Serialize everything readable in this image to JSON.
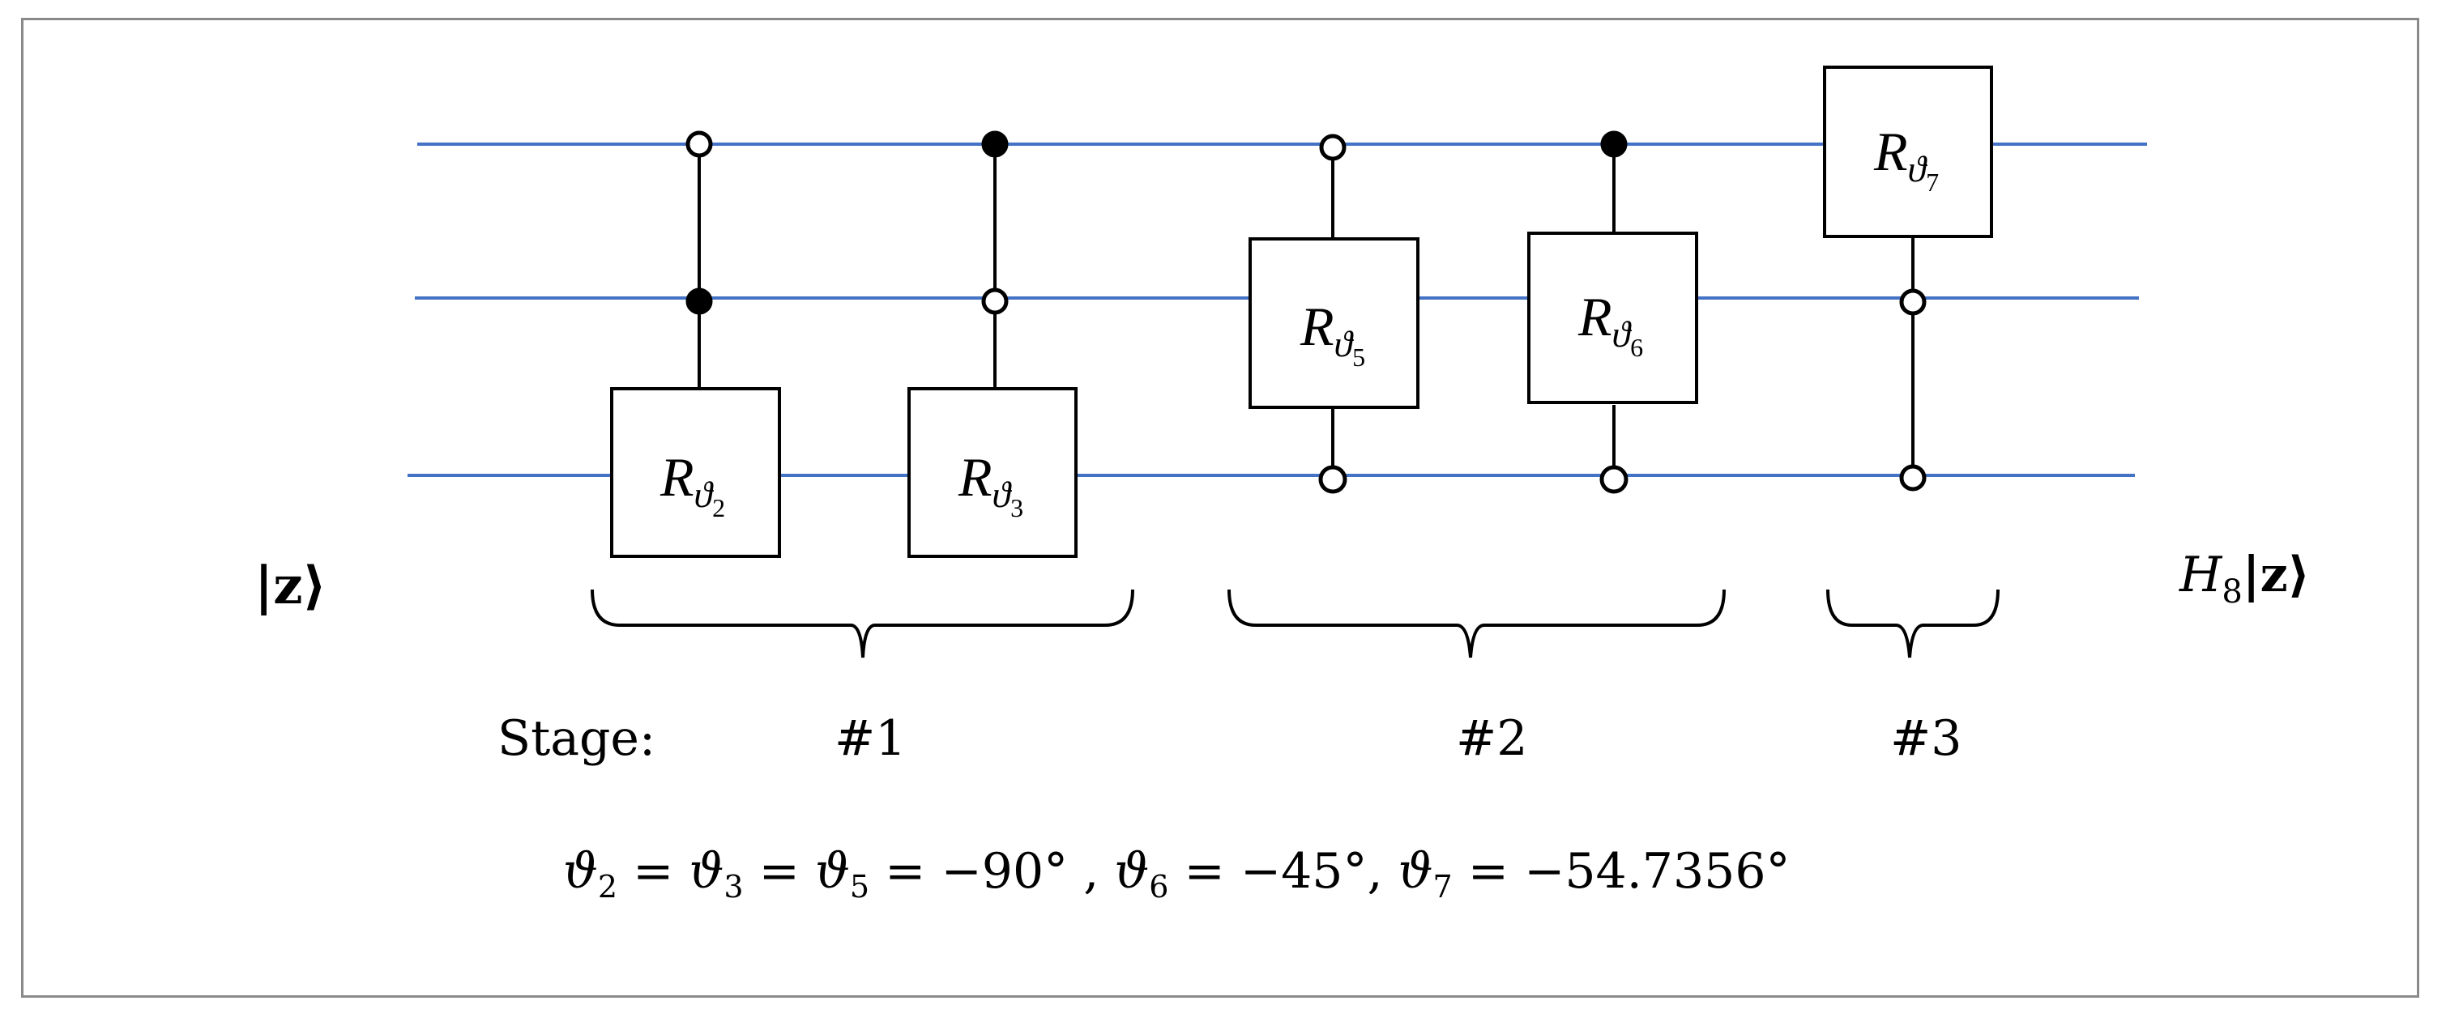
{
  "diagram": {
    "input_state": "|z⟩",
    "output_state_prefix": "H",
    "output_state_subscript": "8",
    "output_state_suffix": "|z⟩",
    "stage_label": "Stage:",
    "stages": [
      "#1",
      "#2",
      "#3"
    ],
    "gate_symbol": "R",
    "gate_angle_symbol": "ϑ",
    "gates": [
      {
        "index": "2"
      },
      {
        "index": "3"
      },
      {
        "index": "5"
      },
      {
        "index": "6"
      },
      {
        "index": "7"
      }
    ],
    "equation": {
      "part1_a": "ϑ",
      "sub1": "2",
      "eq1": " = ",
      "part1_b": "ϑ",
      "sub2": "3",
      "eq2": " = ",
      "part1_c": "ϑ",
      "sub3": "5",
      "val1": " = −90° ,  ",
      "part2": "ϑ",
      "sub4": "6",
      "val2": " = −45°,  ",
      "part3": "ϑ",
      "sub5": "7",
      "val3": " = −54.7356°"
    },
    "colors": {
      "wire": "#4472c4",
      "frame": "#8a8a8a",
      "ink": "#000000"
    }
  }
}
